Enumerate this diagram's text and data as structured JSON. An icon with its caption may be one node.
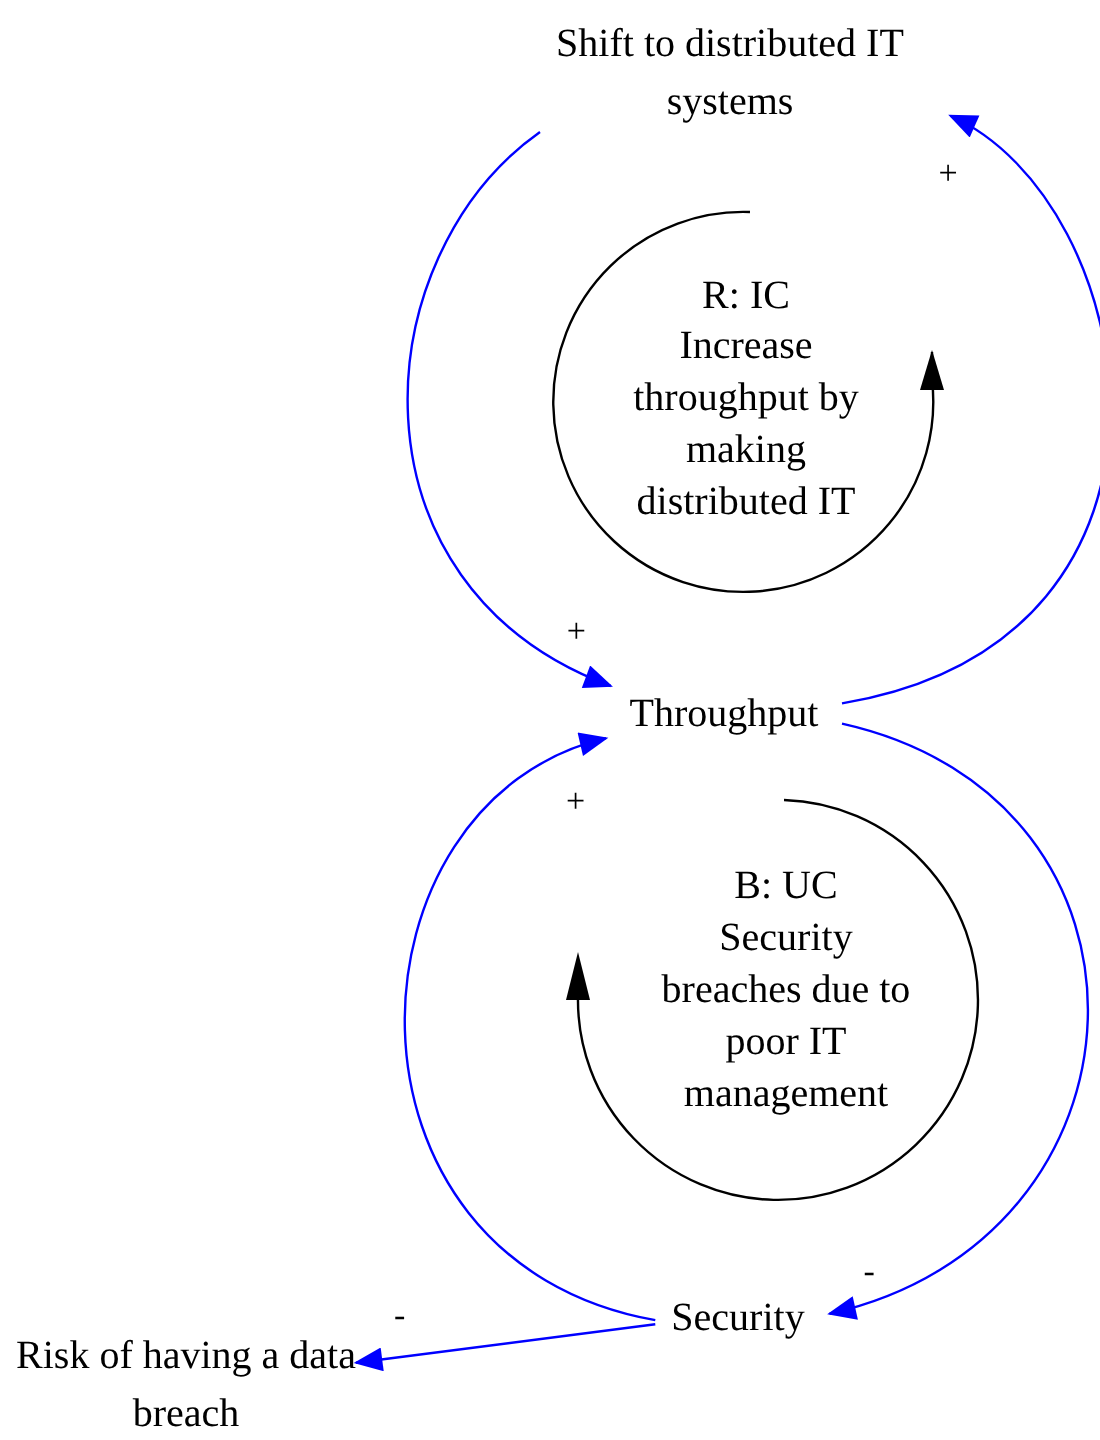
{
  "diagram": {
    "nodes": [
      {
        "text": [
          "Shift to distributed IT systems"
        ]
      },
      {
        "text": [
          "Throughput"
        ]
      },
      {
        "text": [
          "Security"
        ]
      },
      {
        "text": [
          "Risk of having a data breach"
        ]
      }
    ],
    "edges": [
      {
        "from": 0,
        "to": 1,
        "arrow": "to",
        "label": "+"
      },
      {
        "from": 1,
        "to": 0,
        "arrow": "to",
        "label": "+"
      },
      {
        "from": 1,
        "to": 2,
        "arrow": "to",
        "label": "-"
      },
      {
        "from": 2,
        "to": 1,
        "arrow": "to",
        "label": "+"
      },
      {
        "from": 2,
        "to": 3,
        "arrow": "to",
        "label": "-"
      }
    ],
    "labels": [
      "R: IC",
      "Increase throughput by making distributed IT",
      "B: UC",
      "Security breaches due to poor IT management"
    ]
  }
}
